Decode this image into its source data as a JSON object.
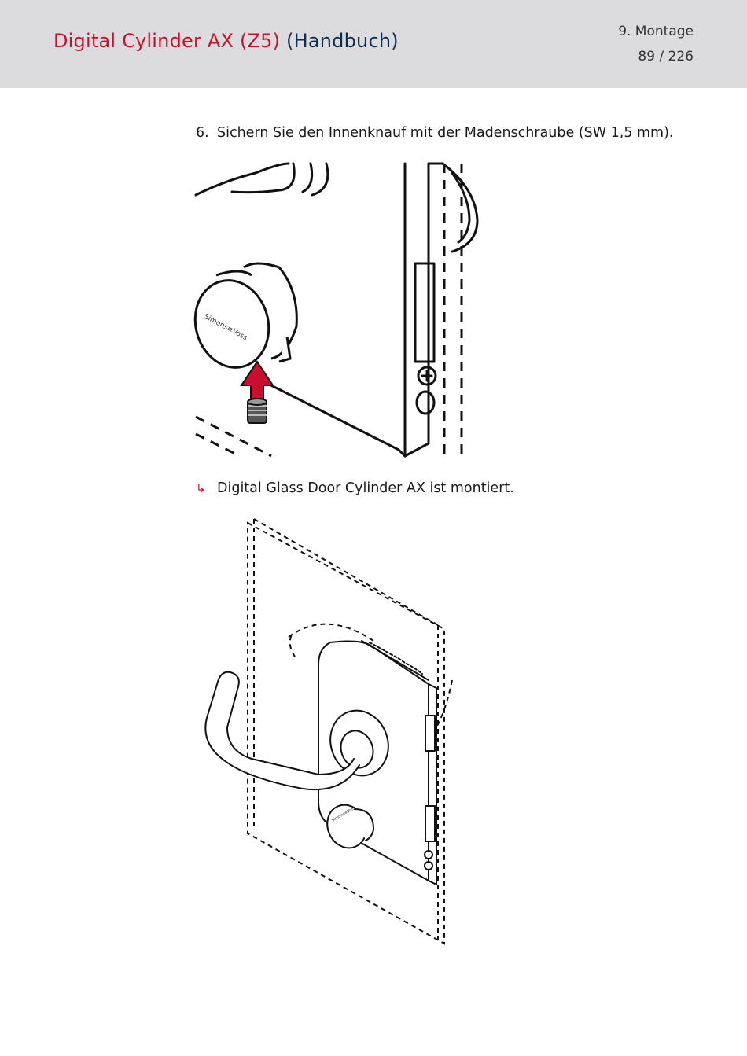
{
  "header": {
    "title_red": "Digital Cylinder AX (Z5)",
    "title_blue": "(Handbuch)",
    "chapter": "9. Montage",
    "page": "89 / 226"
  },
  "step": {
    "number": "6.",
    "text": "Sichern Sie den Innenknauf mit der Madenschraube (SW 1,5 mm)."
  },
  "result": {
    "icon": "result-arrow-icon",
    "text": "Digital Glass Door Cylinder AX ist montiert."
  },
  "figure1": {
    "knob_brand": "Simons≡Voss",
    "arrow_color": "#c8102e"
  },
  "figure2": {
    "knob_brand": "Simons≡Voss"
  }
}
